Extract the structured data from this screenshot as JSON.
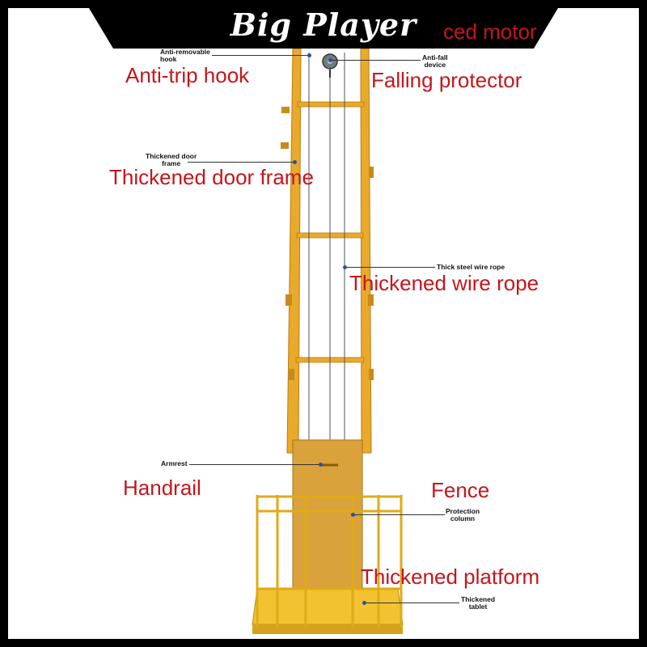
{
  "brand": "Big Player",
  "labels": {
    "motor_partial": "ced motor",
    "anti_trip_hook": "Anti-trip hook",
    "falling_protector": "Falling protector",
    "thickened_door_frame": "Thickened door frame",
    "thickened_wire_rope": "Thickened wire rope",
    "handrail": "Handrail",
    "fence": "Fence",
    "thickened_platform": "Thickened platform"
  },
  "callouts": {
    "anti_removable_hook": [
      "Anti-removable",
      "hook"
    ],
    "anti_fall_device": [
      "Anti-fall",
      "device"
    ],
    "thickened_door_frame": [
      "Thickened door",
      "frame"
    ],
    "thick_steel_wire_rope": "Thick steel wire rope",
    "armrest": "Armrest",
    "protection_column": [
      "Protection",
      "column"
    ],
    "thickened_tablet": [
      "Thickened",
      "tablet"
    ]
  },
  "colors": {
    "frame": "#000000",
    "label_red": "#c4161c",
    "mast_yellow": "#e9a92a",
    "platform_yellow": "#f2c230",
    "door_orange": "#d9a23a",
    "callout_dot": "#2b4fa8"
  }
}
